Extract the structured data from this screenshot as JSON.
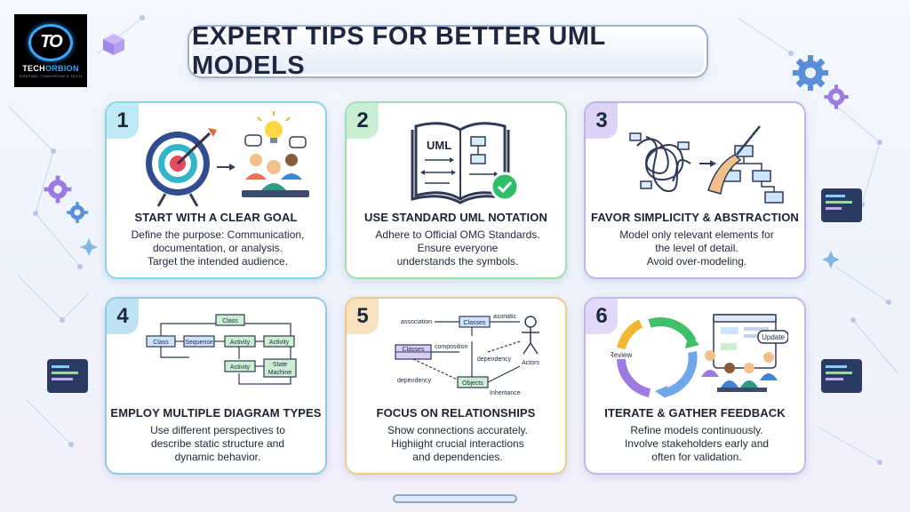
{
  "logo": {
    "mark": "TO",
    "name_part1": "TECH",
    "name_part2": "ORBION",
    "tagline": "SHAPING TOMORROW'S TECH"
  },
  "title": "EXPERT TIPS FOR BETTER UML MODELS",
  "colors": {
    "card1_accent": "#8fd3ea",
    "card2_accent": "#9ee0b0",
    "card3_accent": "#c3b3ec",
    "card4_accent": "#8fc9ea",
    "card5_accent": "#f0c98c",
    "card6_accent": "#c8b7ec"
  },
  "cards": [
    {
      "number": "1",
      "heading": "START WITH A CLEAR GOAL",
      "lines": [
        "Define the purpose: Communication,",
        "documentation, or analysis.",
        "Target the intended audience."
      ],
      "icon": "target-team-icon"
    },
    {
      "number": "2",
      "heading": "USE STANDARD UML NOTATION",
      "lines": [
        "Adhere to Official OMG Standards.",
        "Ensure everyone",
        "understands the symbols."
      ],
      "icon": "uml-book-icon",
      "art_labels": {
        "book": "UML"
      }
    },
    {
      "number": "3",
      "heading": "FAVOR SIMPLICITY & ABSTRACTION",
      "lines": [
        "Model only relevant elements for",
        "the level of detail.",
        "Avoid over-modeling."
      ],
      "icon": "untangle-icon"
    },
    {
      "number": "4",
      "heading": "EMPLOY MULTIPLE DIAGRAM TYPES",
      "lines": [
        "Use different perspectives to",
        "describe static structure and",
        "dynamic behavior."
      ],
      "icon": "diagram-flow-icon",
      "art_labels": {
        "top": "Class",
        "class": "Class",
        "sequence": "Sequense",
        "activity1": "Activity",
        "activity2": "Activity",
        "activity3": "Activity",
        "state_line1": "State",
        "state_line2": "Machine"
      }
    },
    {
      "number": "5",
      "heading": "FOCUS ON RELATIONSHIPS",
      "lines": [
        "Show connections accurately.",
        "Highiight crucial interactions",
        "and dependencies."
      ],
      "icon": "relationship-diagram-icon",
      "art_labels": {
        "association": "association",
        "classes_top": "Classes",
        "asoriatic": "asoriatic",
        "classes_left": "Classes",
        "composition": "composition",
        "dependency_right": "dependency",
        "actors": "Actors",
        "dependency_left": "dependency",
        "objects": "Objects",
        "inheritance": "Inheritance"
      }
    },
    {
      "number": "6",
      "heading": "ITERATE & GATHER FEEDBACK",
      "lines": [
        "Refine models continuously.",
        "Involve stakeholders early and",
        "often for validation."
      ],
      "icon": "iteration-cycle-icon",
      "art_labels": {
        "review": "Review",
        "update": "Update"
      }
    }
  ]
}
